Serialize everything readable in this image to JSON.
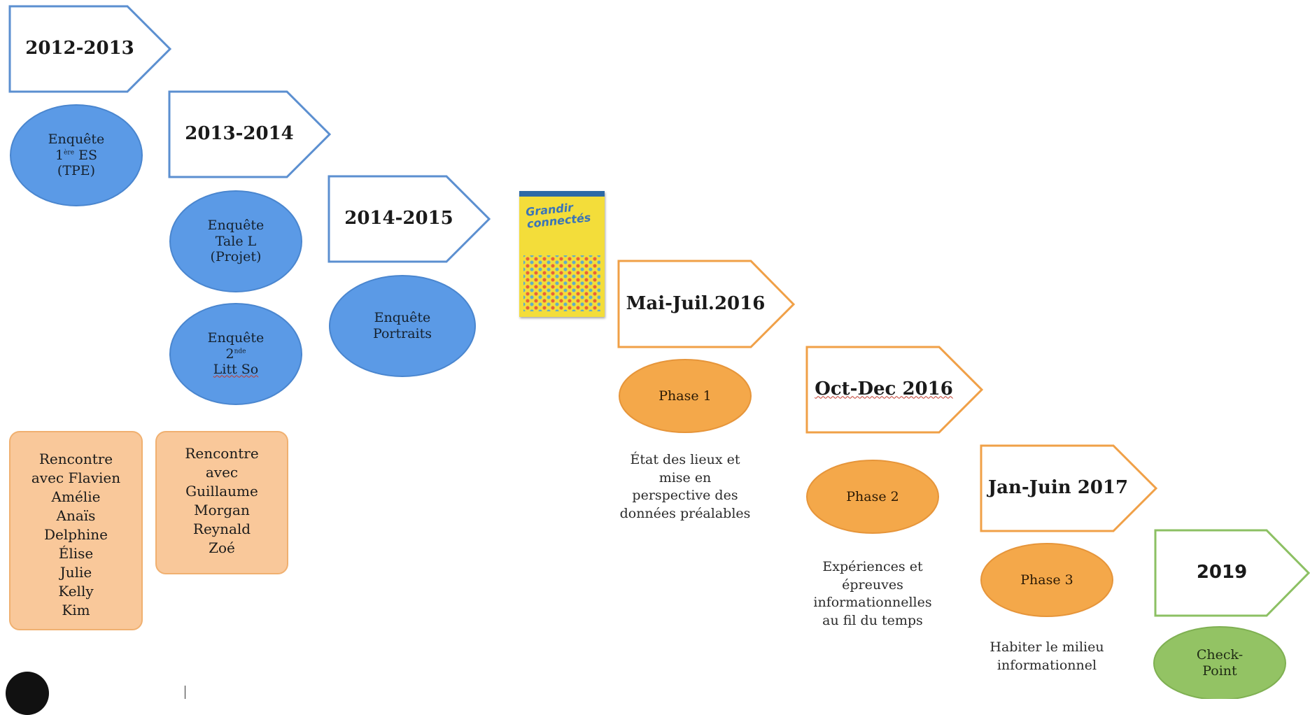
{
  "colors": {
    "blue_arrow_stroke": "#5b8fd0",
    "orange_arrow_stroke": "#f0a047",
    "green_arrow_stroke": "#8cc063",
    "blue_ellipse": "#5b9ae6",
    "orange_ellipse": "#f4a84a",
    "green_ellipse": "#93c364",
    "peach_box": "#f9c89a"
  },
  "periods": [
    {
      "label": "2012-2013",
      "color": "blue"
    },
    {
      "label": "2013-2014",
      "color": "blue"
    },
    {
      "label": "2014-2015",
      "color": "blue"
    },
    {
      "label": "Mai-Juil.2016",
      "color": "orange"
    },
    {
      "label": "Oct-Dec 2016",
      "color": "orange"
    },
    {
      "label": "Jan-Juin 2017",
      "color": "orange"
    },
    {
      "label": "2019",
      "color": "green"
    }
  ],
  "enquetes": [
    {
      "line1": "Enquête",
      "line2_main": "1",
      "line2_sup": "ère",
      "line2_rest": " ES",
      "line3": "(TPE)"
    },
    {
      "line1": "Enquête",
      "line2": "Tale L",
      "line3": "(Projet)"
    },
    {
      "line1": "Enquête",
      "line2_main": "2",
      "line2_sup": "nde",
      "line3": "Litt So"
    },
    {
      "line1": "Enquête",
      "line2": "Portraits"
    }
  ],
  "rencontres": [
    {
      "lines": [
        "Rencontre",
        "avec Flavien",
        "Amélie",
        "Anaïs",
        "Delphine",
        "Élise",
        "Julie",
        "Kelly",
        "Kim"
      ]
    },
    {
      "lines": [
        "Rencontre",
        "avec",
        "Guillaume",
        "Morgan",
        "Reynald",
        "Zoé"
      ]
    }
  ],
  "book": {
    "title_line1": "Grandir",
    "title_line2": "connectés"
  },
  "phases": [
    {
      "label": "Phase 1",
      "desc": [
        "État des lieux et",
        "mise en",
        "perspective des",
        "données préalables"
      ]
    },
    {
      "label": "Phase 2",
      "desc": [
        "Expériences et",
        "épreuves",
        "informationnelles",
        "au fil du temps"
      ]
    },
    {
      "label": "Phase 3",
      "desc": [
        "Habiter le milieu",
        "informationnel"
      ]
    }
  ],
  "checkpoint": {
    "line1": "Check-",
    "line2": "Point"
  }
}
